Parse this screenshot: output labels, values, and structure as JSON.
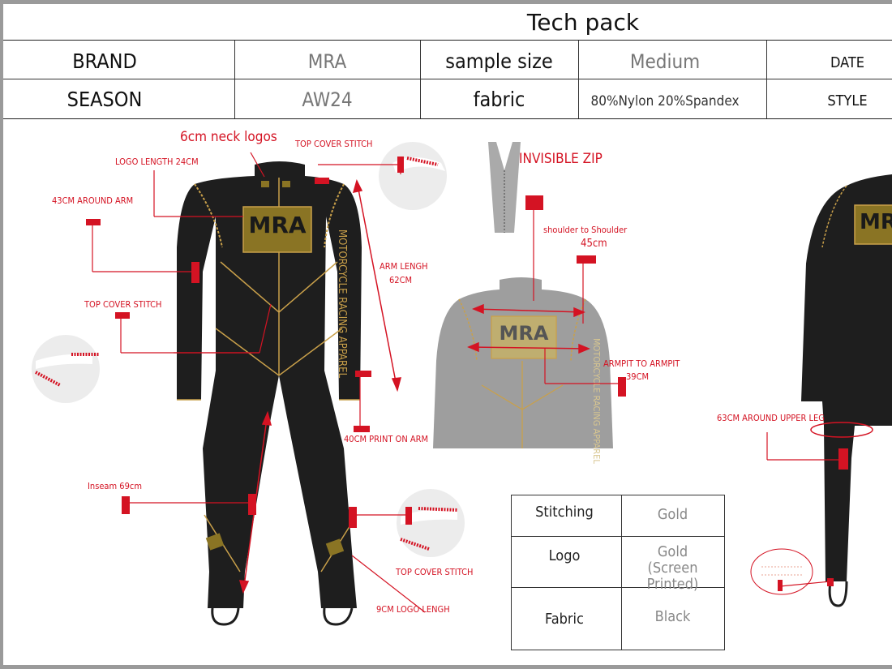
{
  "header": {
    "title": "Tech pack",
    "brand_label": "BRAND",
    "brand_value": "MRA",
    "sample_size_label": "sample size",
    "sample_size_value": "Medium",
    "date_label": "DATE",
    "season_label": "SEASON",
    "season_value": "AW24",
    "fabric_label": "fabric",
    "fabric_value": "80%Nylon 20%Spandex",
    "style_label": "STYLE"
  },
  "annotations": {
    "neck_logos": "6cm neck logos",
    "top_cover_stitch_neck": "TOP COVER STITCH",
    "logo_length": "LOGO LENGTH 24CM",
    "around_arm": "43CM AROUND ARM",
    "top_cover_stitch_waist": "TOP COVER STITCH",
    "arm_length_1": "ARM LENGH",
    "arm_length_2": "62CM",
    "print_on_arm": "40CM PRINT ON ARM",
    "inseam": "Inseam 69cm",
    "top_cover_stitch_leg": "TOP COVER STITCH",
    "logo_length_leg": "9CM LOGO LENGH",
    "invisible_zip": "INVISIBLE ZIP",
    "shoulder_1": "shoulder to Shoulder",
    "shoulder_2": "45cm",
    "armpit_1": "ARMPIT TO ARMPIT",
    "armpit_2": "39CM",
    "upper_leg": "63CM AROUND UPPER LEG"
  },
  "suit_print": {
    "logo": "MRA",
    "sleeve_text": "MOTORCYCLE RACING APPAREL"
  },
  "spec_table": [
    {
      "key": "Stitching",
      "value": "Gold"
    },
    {
      "key": "Logo",
      "value": "Gold\n(Screen Printed)"
    },
    {
      "key": "Fabric",
      "value": "Black"
    }
  ],
  "colors": {
    "annotation": "#d41323",
    "suit": "#1e1e1e",
    "stitch": "#c9a04a",
    "logo_patch": "#8a7424",
    "back_view": "#9e9e9e"
  }
}
